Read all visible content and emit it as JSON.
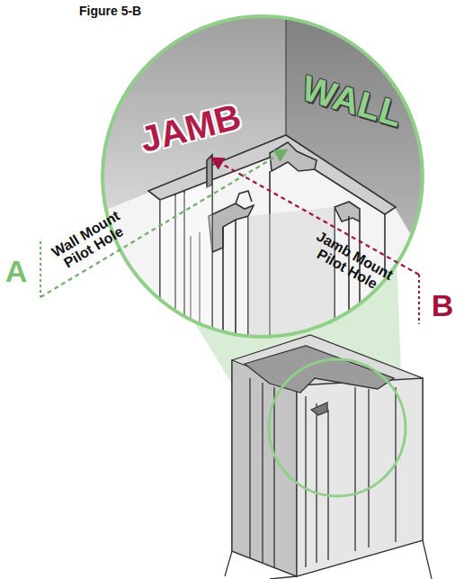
{
  "diagram": {
    "title": "Figure 5-B",
    "labels": [
      "JAMB",
      "WALL",
      "Wall Mount Pilot Hole",
      "Jamb Mount Pilot Hole",
      "A",
      "B"
    ]
  }
}
